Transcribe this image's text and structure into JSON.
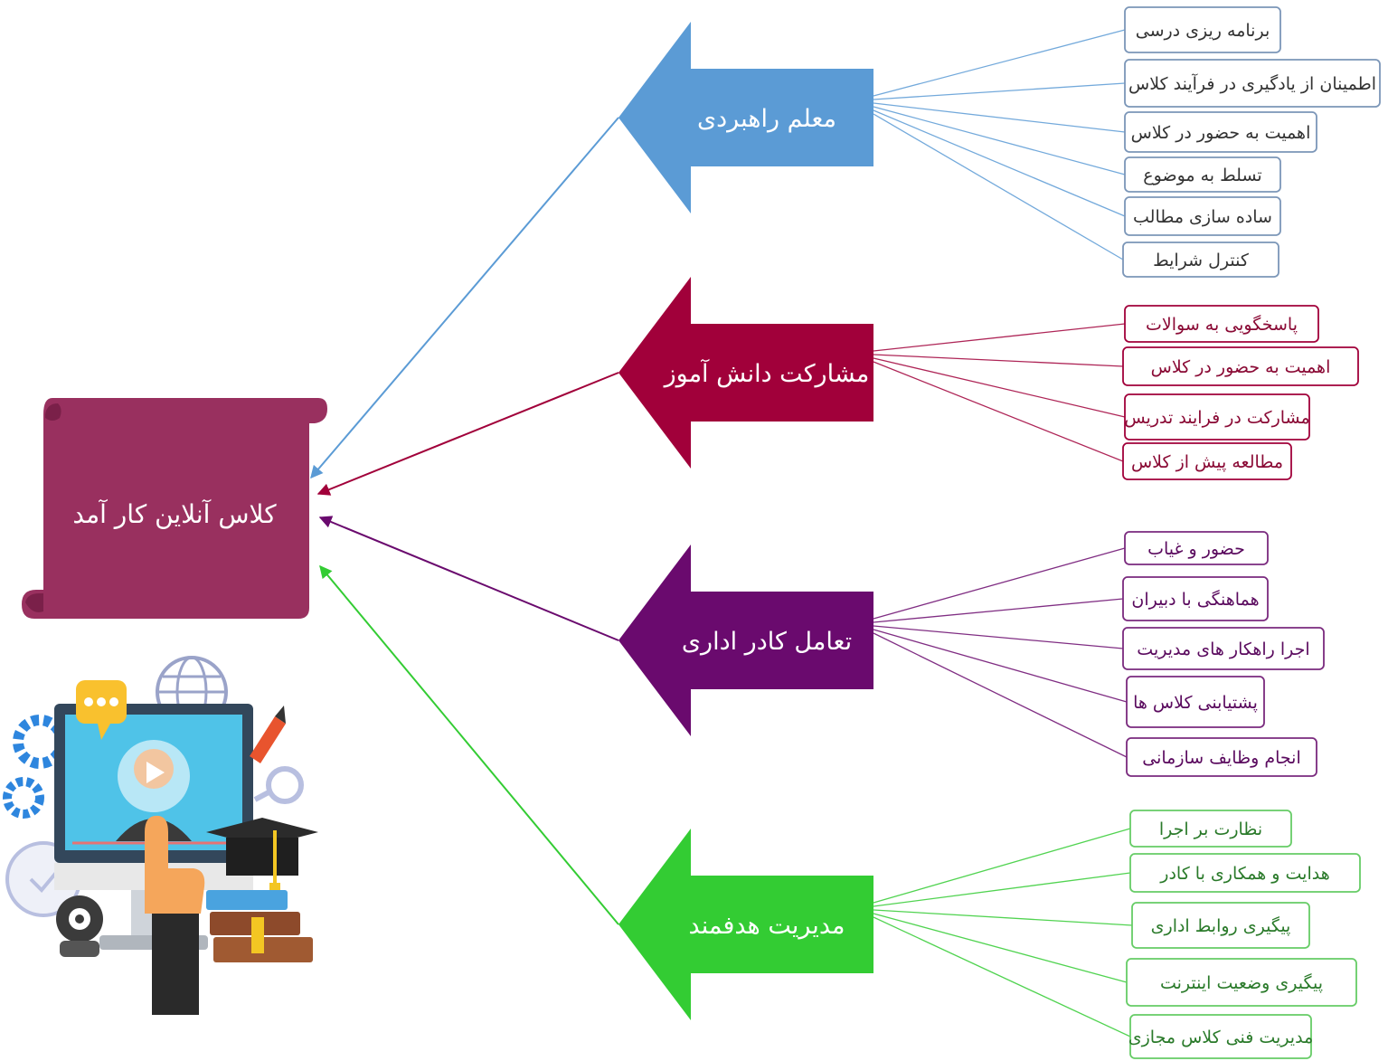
{
  "center": {
    "label": "کلاس آنلاین کار آمد",
    "color": "#99305f"
  },
  "groups": [
    {
      "label": "معلم راهبردی",
      "color": "#5b9bd5",
      "box_border": "#7b96b8",
      "text_color": "#333333",
      "items": [
        "برنامه ریزی درسی",
        "اطمینان از یادگیری در فرآیند  کلاس",
        "اهمیت به حضور در کلاس",
        "تسلط به موضوع",
        "ساده سازی مطالب",
        "کنترل شرایط"
      ]
    },
    {
      "label": "مشارکت دانش آموز",
      "color": "#a1003a",
      "box_border": "#a1003a",
      "text_color": "#8a0a35",
      "items": [
        "پاسخگویی به سوالات",
        "اهمیت به حضور در  کلاس",
        "مشارکت در فرایند تدریس",
        "مطالعه پیش از کلاس"
      ]
    },
    {
      "label": "تعامل کادر اداری",
      "color": "#6a0a6e",
      "box_border": "#7a2a7e",
      "text_color": "#5a0a5e",
      "items": [
        "حضور و غیاب",
        "هماهنگی با دبیران",
        "اجرا راهکار های مدیریت",
        "پشتیابنی کلاس ها",
        "انجام وظایف سازمانی"
      ]
    },
    {
      "label": "مدیریت هدفمند",
      "color": "#33cc33",
      "box_border": "#66cc66",
      "text_color": "#2a7a2a",
      "items": [
        "نظارت بر اجرا",
        "هدایت و همکاری با کادر",
        "پیگیری روابط اداری",
        "پیگیری وضعیت اینترنت",
        "مدیریت فنی کلاس مجازی"
      ]
    }
  ],
  "illustration": {
    "icon": "online-class-illustration"
  }
}
